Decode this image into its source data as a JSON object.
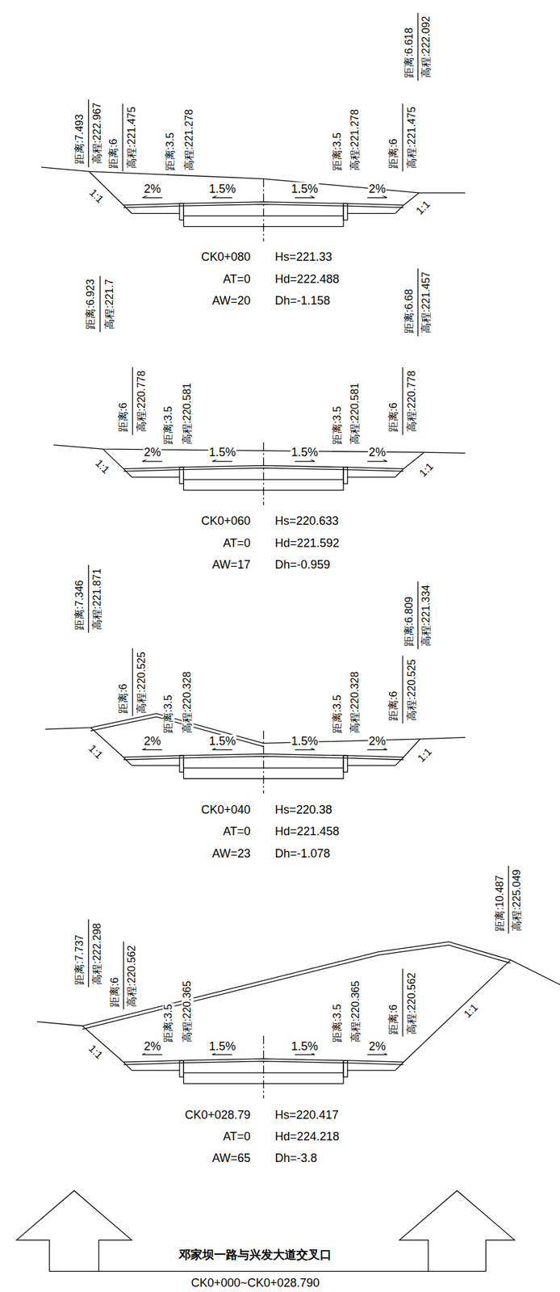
{
  "diagram": {
    "labels": [
      "距离:7.493",
      "高程:222.967",
      "距离:6",
      "高程:221.475",
      "距离:3.5",
      "高程:221.278",
      "距离:3.5",
      "高程:221.278",
      "距离:6",
      "高程:221.475",
      "距离:6.618",
      "高程:222.092",
      "1:1",
      "2%",
      "1.5%",
      "1.5%",
      "2%",
      "1:1",
      "CK0+080",
      "Hs=221.33",
      "AT=0",
      "Hd=222.488",
      "AW=20",
      "Dh=-1.158",
      "距离:6.923",
      "高程:221.7",
      "距离:6",
      "高程:220.778",
      "距离:3.5",
      "高程:220.581",
      "距离:3.5",
      "高程:220.581",
      "距离:6",
      "高程:220.778",
      "距离:6.68",
      "高程:221.457",
      "1:1",
      "2%",
      "1.5%",
      "1.5%",
      "2%",
      "1:1",
      "CK0+060",
      "Hs=220.633",
      "AT=0",
      "Hd=221.592",
      "AW=17",
      "Dh=-0.959",
      "距离:7.346",
      "高程:221.871",
      "距离:6",
      "高程:220.525",
      "距离:3.5",
      "高程:220.328",
      "距离:3.5",
      "高程:220.328",
      "距离:6",
      "高程:220.525",
      "距离:6.809",
      "高程:221.334",
      "1:1",
      "2%",
      "1.5%",
      "1.5%",
      "2%",
      "1:1",
      "CK0+040",
      "Hs=220.38",
      "AT=0",
      "Hd=221.458",
      "AW=23",
      "Dh=-1.078",
      "距离:7.737",
      "高程:222.298",
      "距离:6",
      "高程:220.562",
      "距离:3.5",
      "高程:220.365",
      "距离:3.5",
      "高程:220.365",
      "距离:6",
      "高程:220.562",
      "距离:10.487",
      "高程:225.049",
      "1:1",
      "2%",
      "1.5%",
      "1.5%",
      "2%",
      "1:1",
      "CK0+028.79",
      "Hs=220.417",
      "AT=0",
      "Hd=224.218",
      "AW=65",
      "Dh=-3.8",
      "邓家坝一路与兴发大道交叉口",
      "CK0+000~CK0+028.790"
    ]
  }
}
